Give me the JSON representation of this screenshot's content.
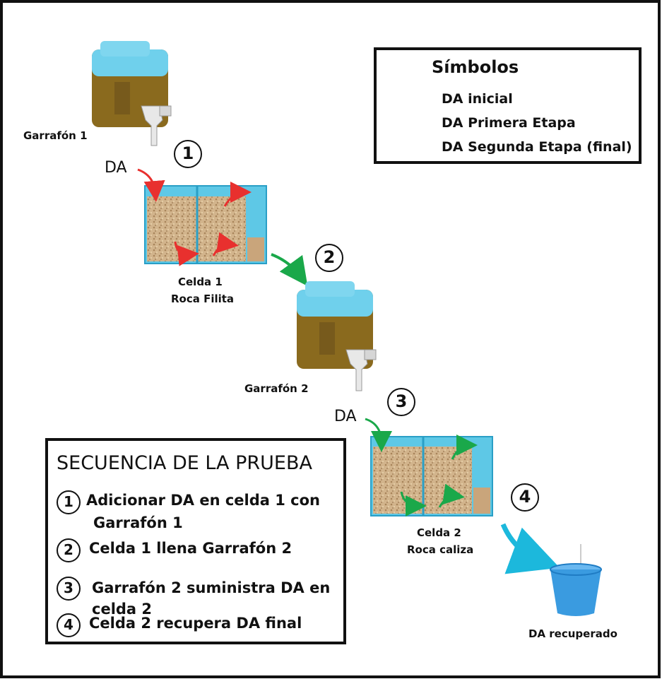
{
  "labels": {
    "garrafon1": "Garrafón 1",
    "garrafon2": "Garrafón 2",
    "da1": "DA",
    "da2": "DA",
    "celda1_l1": "Celda 1",
    "celda1_l2": "Roca Filita",
    "celda2_l1": "Celda 2",
    "celda2_l2": "Roca caliza",
    "recuperado": "DA recuperado"
  },
  "step_markers": [
    "1",
    "2",
    "3",
    "4"
  ],
  "legend": {
    "title": "Símbolos",
    "items": [
      {
        "label": "DA inicial",
        "color": "#e8302e"
      },
      {
        "label": "DA Primera Etapa",
        "color": "#1aa84a"
      },
      {
        "label": "DA Segunda Etapa (final)",
        "color": "#1cb8dc"
      }
    ]
  },
  "sequence": {
    "title": "SECUENCIA DE LA PRUEBA",
    "steps": [
      {
        "n": "1",
        "line1": "Adicionar DA en celda 1 con",
        "line2": "Garrafón 1"
      },
      {
        "n": "2",
        "line1": "Celda 1 llena Garrafón 2",
        "line2": ""
      },
      {
        "n": "3",
        "line1": "Garrafón 2 suministra DA en",
        "line2": "celda 2"
      },
      {
        "n": "4",
        "line1": "Celda 2 recupera DA final",
        "line2": ""
      }
    ]
  },
  "colors": {
    "water": "#5ec8e6",
    "sand": "#c9a57b",
    "liquid": "#8a6a1e",
    "bucket": "#3a9be0"
  }
}
